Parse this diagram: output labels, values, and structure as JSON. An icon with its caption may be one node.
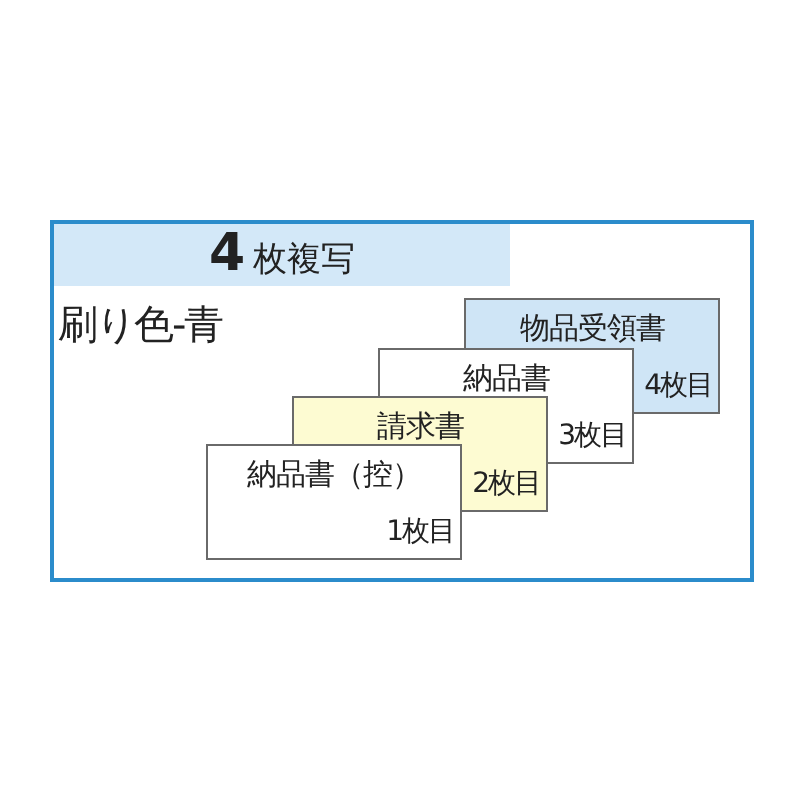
{
  "diagram": {
    "nodes": [
      {
        "text": [
          "刷り色-青"
        ]
      },
      {
        "text": [
          "**4**枚複写"
        ],
        "in": 0
      },
      {
        "text": [
          "物品受領書",
          "4枚目"
        ],
        "in": 0
      },
      {
        "text": [
          "納品書",
          "3枚目"
        ],
        "in": 0
      },
      {
        "text": [
          "請求書",
          "2枚目"
        ],
        "in": 0
      },
      {
        "text": [
          "納品書（控）",
          "1枚目"
        ],
        "in": 0
      }
    ]
  }
}
